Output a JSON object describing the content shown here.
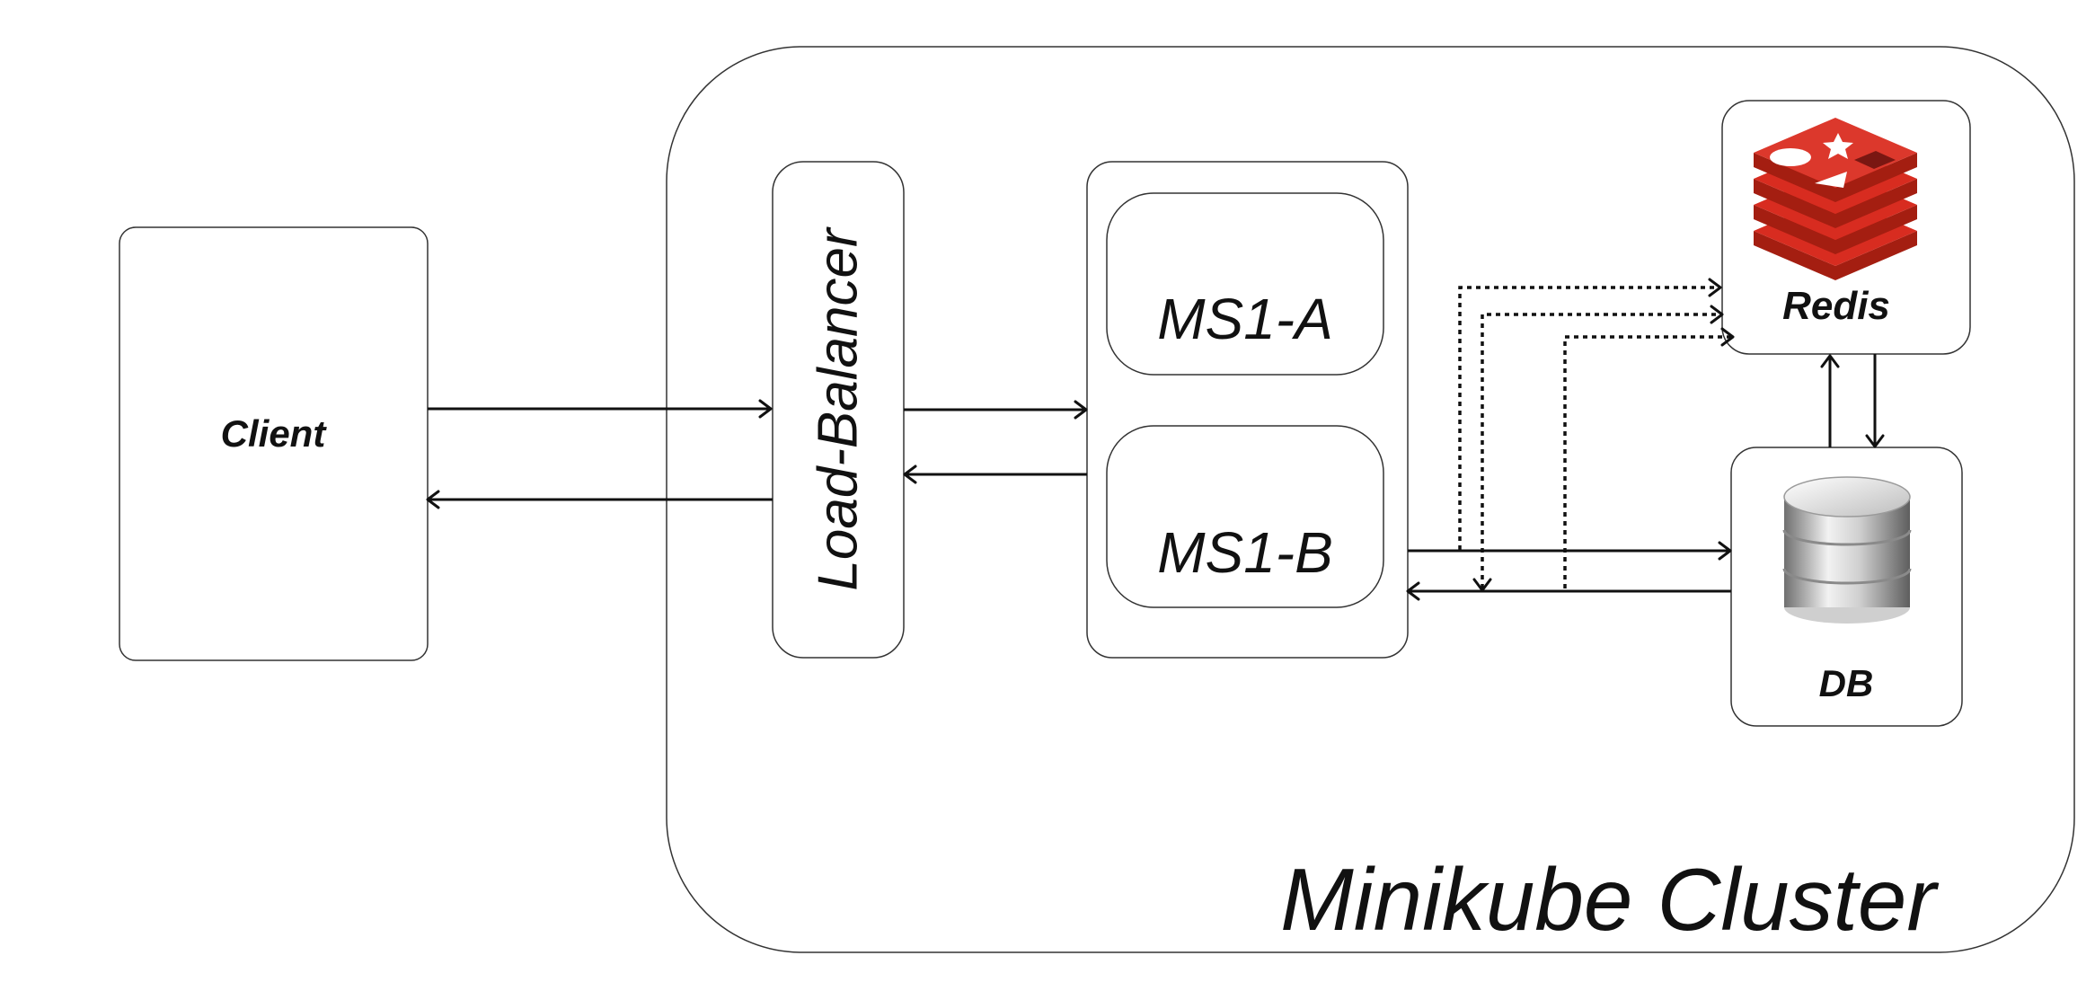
{
  "cluster": {
    "label": "Minikube Cluster"
  },
  "nodes": {
    "client": {
      "label": "Client"
    },
    "load_balancer": {
      "label": "Load-Balancer"
    },
    "ms1_a": {
      "label": "MS1-A"
    },
    "ms1_b": {
      "label": "MS1-B"
    },
    "redis": {
      "label": "Redis",
      "icon": "redis-logo-icon",
      "color": "#d82c20"
    },
    "db": {
      "label": "DB",
      "icon": "database-cylinder-icon",
      "color": "#b5b5b5"
    }
  },
  "edges": [
    {
      "from": "client",
      "to": "load_balancer",
      "style": "solid"
    },
    {
      "from": "load_balancer",
      "to": "client",
      "style": "solid"
    },
    {
      "from": "load_balancer",
      "to": "ms1_a",
      "style": "solid"
    },
    {
      "from": "ms1_b",
      "to": "load_balancer",
      "style": "solid"
    },
    {
      "from": "ms1_b",
      "to": "db",
      "style": "solid"
    },
    {
      "from": "db",
      "to": "ms1_b",
      "style": "solid"
    },
    {
      "from": "db",
      "to": "redis",
      "style": "solid"
    },
    {
      "from": "redis",
      "to": "db",
      "style": "solid"
    },
    {
      "from": "ms1_b",
      "to": "redis",
      "style": "dotted"
    },
    {
      "from": "ms1_b",
      "to": "redis",
      "style": "dotted"
    },
    {
      "from": "ms1_b",
      "to": "redis",
      "style": "dotted"
    }
  ]
}
